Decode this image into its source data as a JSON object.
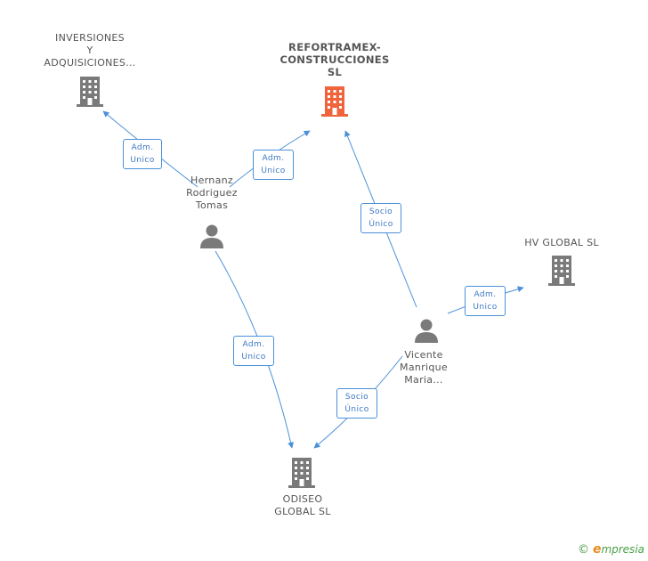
{
  "colors": {
    "edge": "#4a90d9",
    "building_default": "#7a7a7a",
    "building_highlight": "#f0643c",
    "person": "#7a7a7a"
  },
  "nodes": {
    "inversiones": {
      "label": "INVERSIONES\nY\nADQUISICIONES...",
      "icon": "building-icon"
    },
    "refortramex": {
      "label": "REFORTRAMEX-\nCONSTRUCCIONES\nSL",
      "icon": "building-icon"
    },
    "hvglobal": {
      "label": "HV GLOBAL SL",
      "icon": "building-icon"
    },
    "hernanz": {
      "label": "Hernanz\nRodriguez\nTomas",
      "icon": "person-icon"
    },
    "vicente": {
      "label": "Vicente\nManrique\nMaria...",
      "icon": "person-icon"
    },
    "odiseo": {
      "label": "ODISEO\nGLOBAL SL",
      "icon": "building-icon"
    }
  },
  "edges": {
    "hernanz_inversiones": "Adm.\nUnico",
    "hernanz_refortramex": "Adm.\nUnico",
    "vicente_refortramex": "Socio\nÚnico",
    "vicente_hvglobal": "Adm.\nUnico",
    "hernanz_odiseo": "Adm.\nUnico",
    "vicente_odiseo": "Socio\nÚnico"
  },
  "brand": {
    "copyright": "©",
    "initial": "e",
    "rest": "mpresia"
  }
}
